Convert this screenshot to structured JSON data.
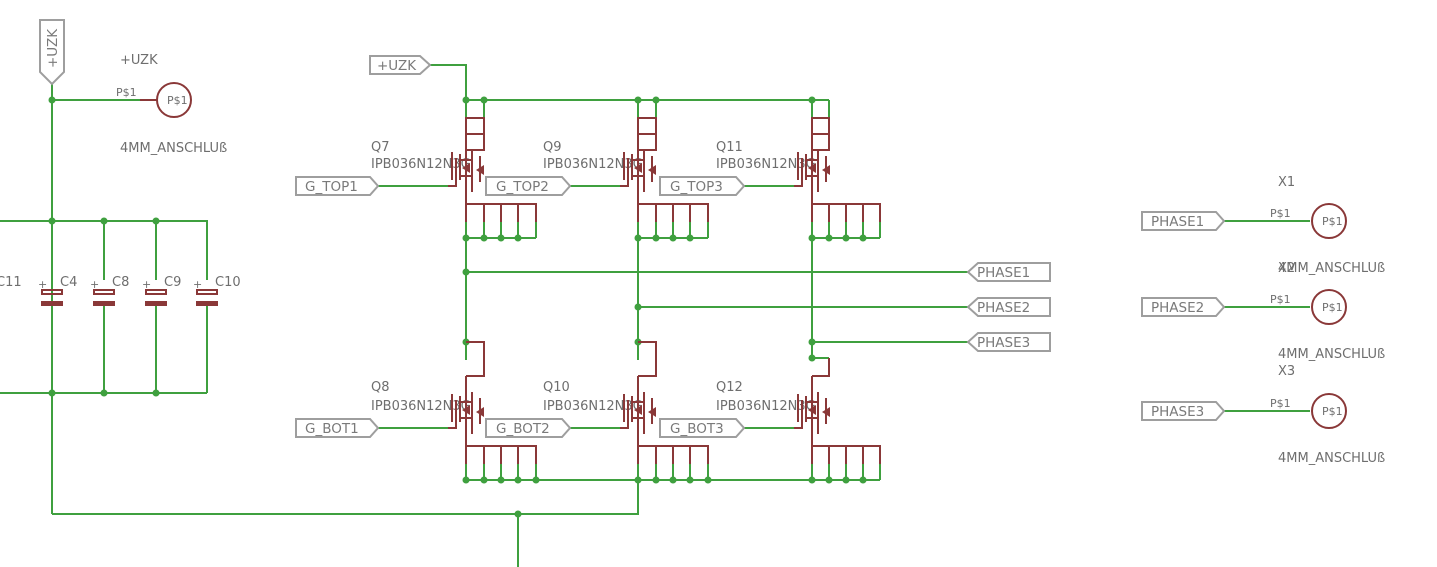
{
  "colors": {
    "wire": "#3fa03f",
    "part": "#8a3838",
    "flag": "#9e9e9e",
    "text": "#6e6e6e"
  },
  "icons": {
    "mosfet": "mosfet-icon",
    "capacitor": "polarized-capacitor-icon",
    "connector": "terminal-pad-icon"
  },
  "supply": {
    "vertical_flag": "+UZK",
    "terminal_value": "+UZK",
    "terminal_pin": "P$1",
    "terminal_pad": "P$1",
    "terminal_package": "4MM_ANSCHLUß",
    "top_flag": "+UZK"
  },
  "capacitors": [
    "C11",
    "C4",
    "C8",
    "C9",
    "C10"
  ],
  "cap_polarity": "+",
  "mosfets": [
    {
      "name": "Q7",
      "value": "IPB036N12N3G"
    },
    {
      "name": "Q9",
      "value": "IPB036N12N3G"
    },
    {
      "name": "Q11",
      "value": "IPB036N12N3G"
    },
    {
      "name": "Q8",
      "value": "IPB036N12N3G"
    },
    {
      "name": "Q10",
      "value": "IPB036N12N3G"
    },
    {
      "name": "Q12",
      "value": "IPB036N12N3G"
    }
  ],
  "gate_flags": [
    "G_TOP1",
    "G_TOP2",
    "G_TOP3",
    "G_BOT1",
    "G_BOT2",
    "G_BOT3"
  ],
  "phase_out_flags": [
    "PHASE1",
    "PHASE2",
    "PHASE3"
  ],
  "phase_connectors": [
    {
      "flag": "PHASE1",
      "pin": "P$1",
      "pad": "P$1",
      "name": "X1",
      "package": "4MM_ANSCHLUß",
      "overlap_name": "X2"
    },
    {
      "flag": "PHASE2",
      "pin": "P$1",
      "pad": "P$1",
      "name": "X3",
      "package": "4MM_ANSCHLUß"
    },
    {
      "flag": "PHASE3",
      "pin": "P$1",
      "pad": "P$1",
      "package": "4MM_ANSCHLUß"
    }
  ]
}
